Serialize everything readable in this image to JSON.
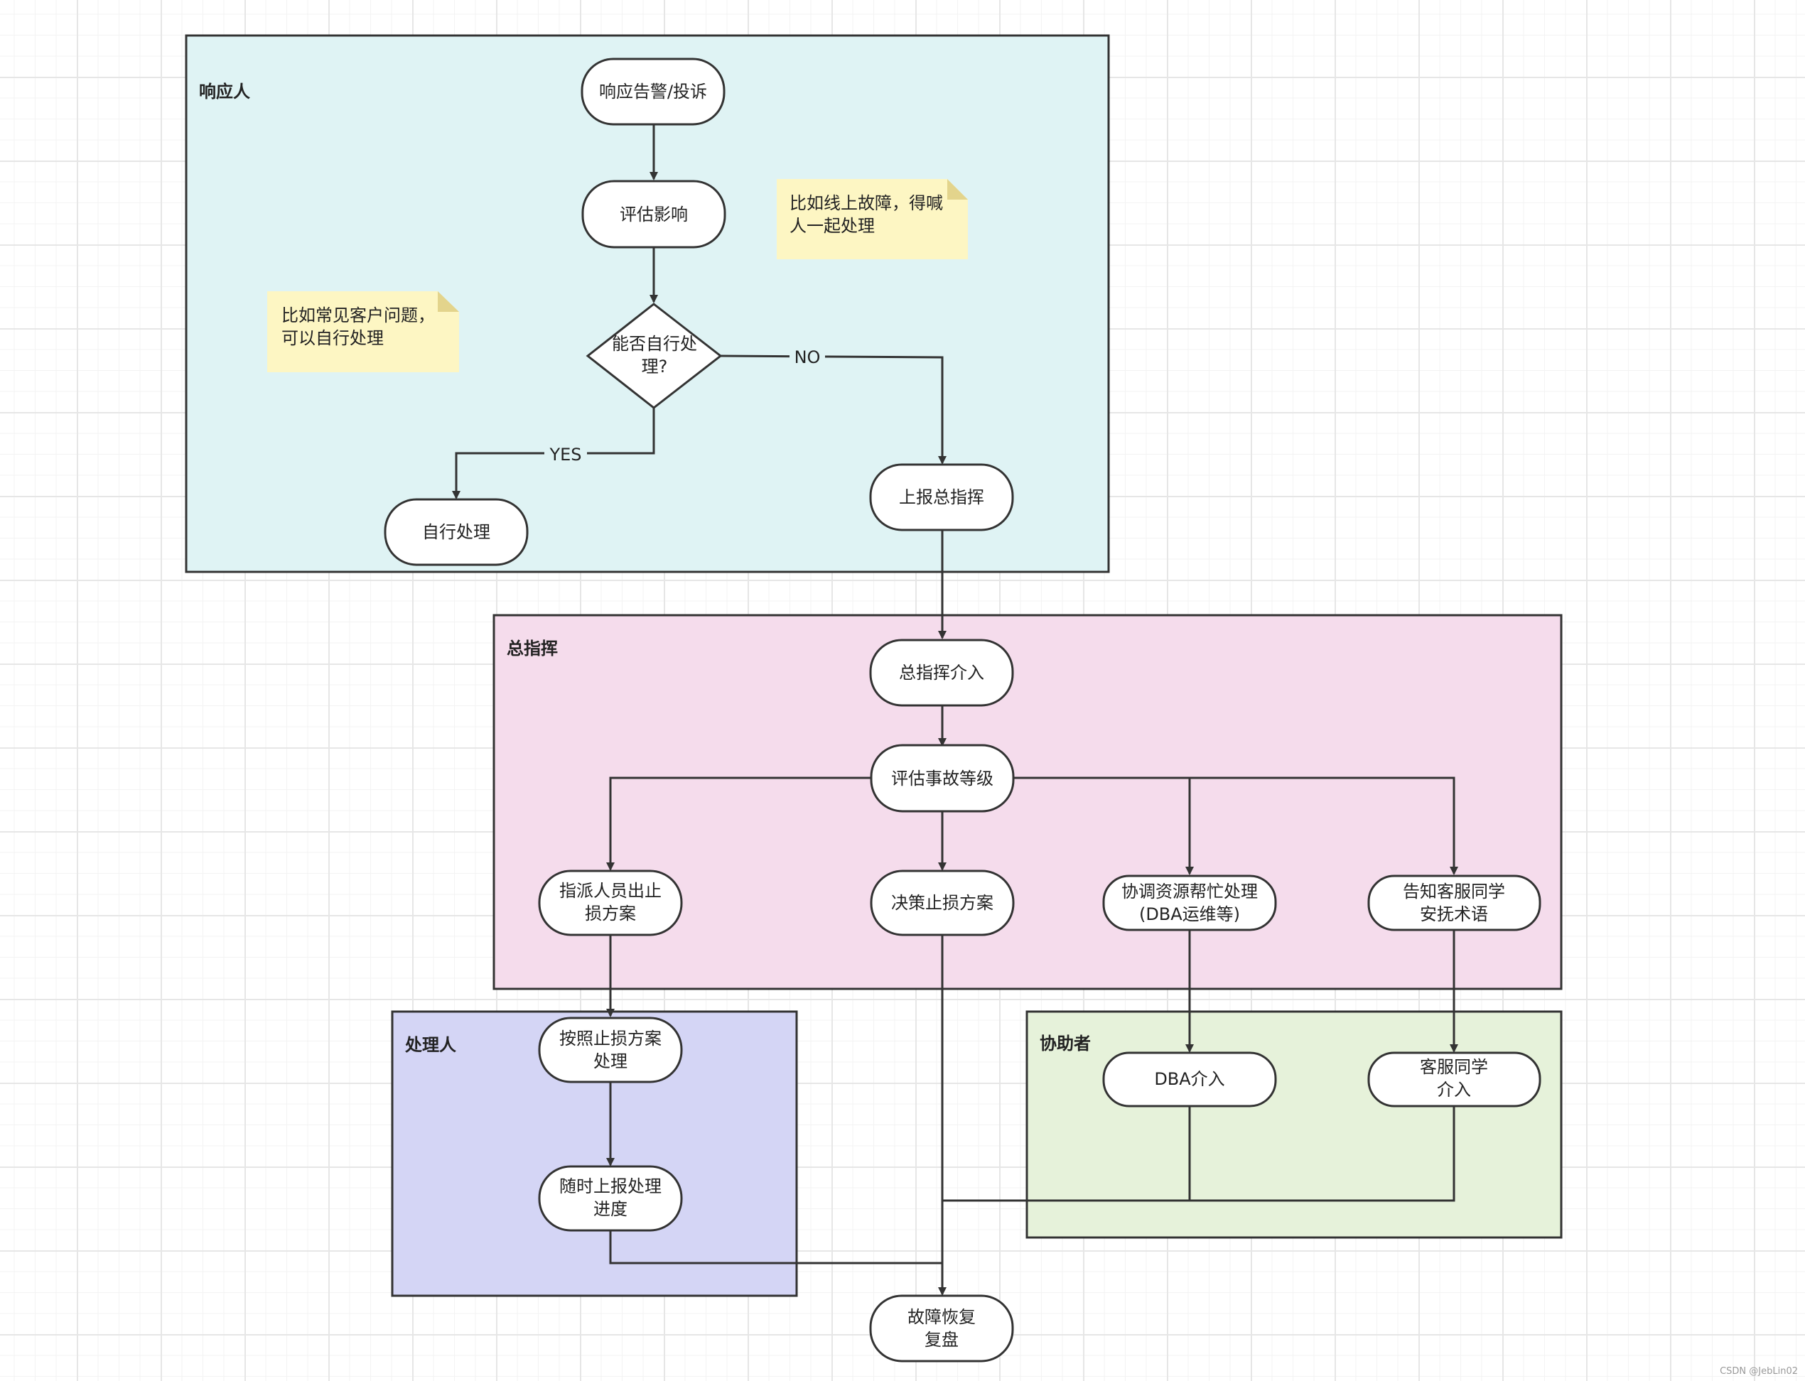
{
  "lanes": {
    "responder": {
      "title": "响应人",
      "color": "#dff3f4"
    },
    "commander": {
      "title": "总指挥",
      "color": "#f5dcec"
    },
    "handler": {
      "title": "处理人",
      "color": "#d4d5f5"
    },
    "assistant": {
      "title": "协助者",
      "color": "#e6f2da"
    }
  },
  "nodes": {
    "respond_alert": "响应告警/投诉",
    "assess_impact": "评估影响",
    "can_self_handle": [
      "能否自行处",
      "理?"
    ],
    "self_handle": "自行处理",
    "report_commander": "上报总指挥",
    "commander_intervene": "总指挥介入",
    "assess_level": "评估事故等级",
    "assign_plan": [
      "指派人员出止",
      "损方案"
    ],
    "decide_plan": "决策止损方案",
    "coordinate": [
      "协调资源帮忙处理",
      "(DBA运维等)"
    ],
    "notify_cs": [
      "告知客服同学",
      "安抚术语"
    ],
    "handle_by_plan": [
      "按照止损方案",
      "处理"
    ],
    "report_progress": [
      "随时上报处理",
      "进度"
    ],
    "dba_intervene": "DBA介入",
    "cs_intervene": [
      "客服同学",
      "介入"
    ],
    "recover_review": [
      "故障恢复",
      "复盘"
    ]
  },
  "notes": {
    "online_fault": [
      "比如线上故障，得喊",
      "人一起处理"
    ],
    "common_issue": [
      "比如常见客户问题，",
      "可以自行处理"
    ],
    "note_color": "#fdf6c3"
  },
  "edge_labels": {
    "yes": "YES",
    "no": "NO"
  },
  "watermark": "CSDN @JebLin02"
}
